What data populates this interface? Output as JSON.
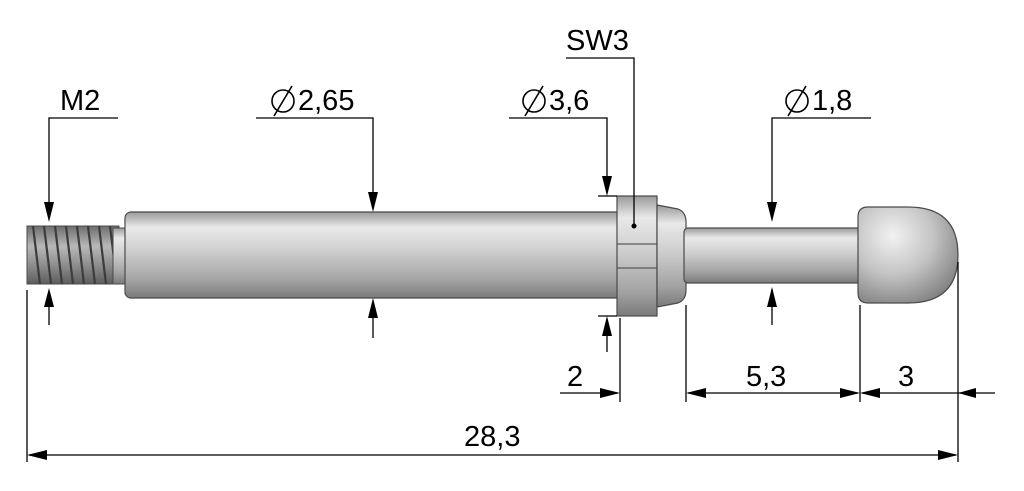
{
  "drawing": {
    "labels": {
      "thread": "M2",
      "shaft_diameter": "2,65",
      "collar_diameter": "3,6",
      "wrench_size": "SW3",
      "neck_diameter": "1,8",
      "collar_length": "2",
      "neck_length": "5,3",
      "ball_length": "3",
      "overall_length": "28,3"
    },
    "colors": {
      "line": "#000000",
      "metal_light": "#e6e6e6",
      "metal_dark": "#8c8c8c",
      "outline": "#4a4a4a"
    }
  }
}
